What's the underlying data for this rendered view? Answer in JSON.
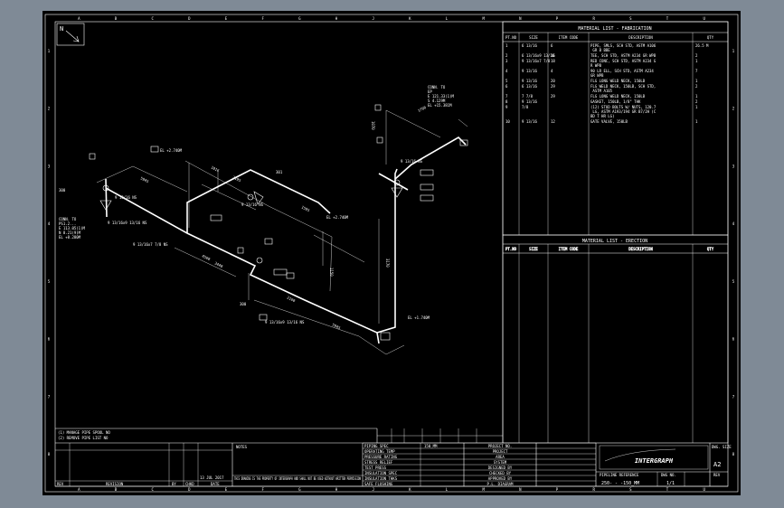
{
  "frame": {
    "top_letters": [
      "A",
      "B",
      "C",
      "D",
      "E",
      "F",
      "G",
      "H",
      "J",
      "K",
      "L",
      "M",
      "N",
      "P",
      "R",
      "S",
      "T",
      "U"
    ],
    "left_numbers": [
      "1",
      "2",
      "3",
      "4",
      "5",
      "6",
      "7",
      "8"
    ]
  },
  "north_arrow": "N",
  "fabrication": {
    "title": "MATERIAL LIST - FABRICATION",
    "headers": [
      "PT.NO",
      "SIZE",
      "ITEM CODE",
      "DESCRIPTION",
      "QTY"
    ],
    "rows": [
      [
        "1",
        "6 13/16",
        "6",
        "PIPE, SMLS, SCH STD, ASTM A106 GR B BBE",
        "26.5 M"
      ],
      [
        "2",
        "6 13/16x9 13/16",
        "16",
        "TEE, SCH STD, ASTM A234 GR WPB",
        "2"
      ],
      [
        "3",
        "9 13/16x7 7/8",
        "18",
        "RED CONC, SCH STD, ASTM A234 GR WPB",
        "1"
      ],
      [
        "4",
        "9 13/16",
        "4",
        "90 LR ELL, SCH STD, ASTM A234 GR WPB",
        "7"
      ],
      [
        "5",
        "9 13/16",
        "20",
        "FLG LONG WELD NECK, 150LB",
        "1"
      ],
      [
        "6",
        "6 13/16",
        "29",
        "FLG WELD NECK, 150LB, SCH STD, ASTM A105",
        "2"
      ],
      [
        "7",
        "7 7/8",
        "29",
        "FLG LONG WELD NECK, 150LB",
        "1"
      ],
      [
        "8",
        "9 13/16",
        "",
        "GASKET, 150LB, 1/8\" THK",
        "2"
      ],
      [
        "9",
        "7/8",
        "",
        "(12) STUD BOLTS W/ NUTS, 120.7 LG, ASTM A193/194 GR B7/2H (CBD T HR LG)",
        "1"
      ],
      [
        "10",
        "9 13/16",
        "12",
        "GATE VALVE, 150LB",
        "1"
      ]
    ]
  },
  "erection": {
    "title": "MATERIAL LIST - ERECTION",
    "headers": [
      "PT.NO",
      "SIZE",
      "ITEM CODE",
      "DESCRIPTION",
      "QTY"
    ]
  },
  "iso_labels": {
    "conn_left": "CONN. TO",
    "ps_left": "PS1.2...",
    "el_left": "E 113.05(1)M",
    "n_left": "N 8.21(9)M",
    "elev_left": "EL +8.280M",
    "conn_right": "CONN. TO",
    "ep_right": "EP",
    "e_right": "E 121.33(1)M",
    "s_right": "S 4.129M",
    "elev_right": "EL +15.381M",
    "el_a": "EL +2.740M",
    "el_b": "EL +2.740M",
    "el_c": "EL +1.740M",
    "dim1": "5945",
    "dim2": "1016",
    "dim3": "2195",
    "dim4": "1595",
    "dim5": "4560",
    "dim6": "3440",
    "dim7": "2160",
    "dim8": "5945",
    "dim9": "1150",
    "dim10": "1070",
    "dim11": "3170",
    "dim12": "1700",
    "size_a": "9 13/16 NS",
    "size_b": "9 13/16 NS",
    "size_c": "9 13/16x9 13/16 NS",
    "size_d": "9 13/16x7 7/8 NS",
    "size_e": "9 13/16x9 13/16 NS",
    "size_f": "9 13/16 NS",
    "ref_a": "300",
    "ref_b": "301",
    "ref_c": "300"
  },
  "notes_box": {
    "line1": "(1) MANAGE PIPE SPOOL NO",
    "line2": "(2) REMOVE PIPE LIST NO"
  },
  "revision": {
    "headers": [
      "REV",
      "REVISION",
      "BY",
      "CHKD",
      "DATE"
    ],
    "date": "13 JUL 2017"
  },
  "notes_title": "NOTES",
  "disclaimer": "THIS DRAWING IS THE PROPERTY OF INTERGRAPH AND SHALL NOT BE USED WITHOUT WRITTEN PERMISSION",
  "specs": {
    "labels": [
      "PIPING SPEC",
      "OPERATING TEMP",
      "PRESSURE RATING",
      "STRESS RELIEF",
      "TEST PRESS",
      "INSULATION SPEC",
      "INSULATION THKS",
      "SAFE FLUSHING"
    ],
    "values": [
      "150_MM",
      "",
      "",
      "",
      "",
      "",
      "",
      ""
    ]
  },
  "project_block": {
    "labels": [
      "PROJECT NO.",
      "PROJECT",
      "AREA",
      "SYSTEM",
      "DESIGNED BY",
      "CHECKED BY",
      "APPROVED BY",
      "P.L. DIAGRAM"
    ]
  },
  "title_block": {
    "logo": "INTERGRAPH",
    "dwg_label": "DWG. SIZE",
    "dwg_size": "A2",
    "pipeline_label": "PIPELINE REFERENCE",
    "pipeline_value": "250- - -150_MM",
    "dwg_no_label": "DWG NO.",
    "dwg_no": "1/1",
    "rev_label": "REV"
  }
}
